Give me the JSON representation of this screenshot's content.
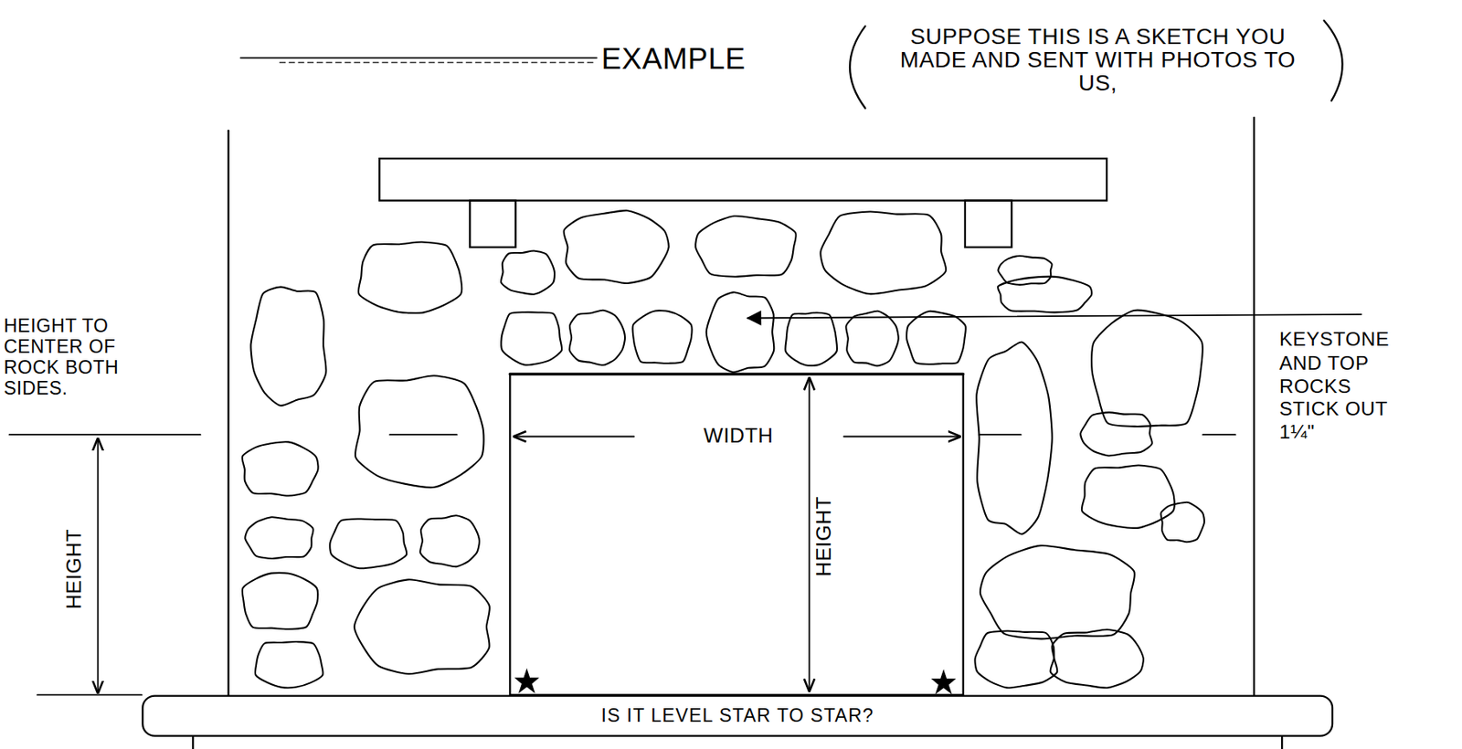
{
  "diagram": {
    "nodes": [
      {
        "text": [
          "IS IT LEVEL STAR TO STAR?"
        ]
      }
    ],
    "labels": [
      "EXAMPLE",
      "SUPPOSE THIS IS A SKETCH YOU MADE AND SENT WITH PHOTOS TO US,",
      "HEIGHT TO CENTER OF ROCK BOTH SIDES.",
      "HEIGHT",
      "WIDTH",
      "HEIGHT",
      "KEYSTONE AND TOP ROCKS STICK OUT 1¼\""
    ]
  }
}
